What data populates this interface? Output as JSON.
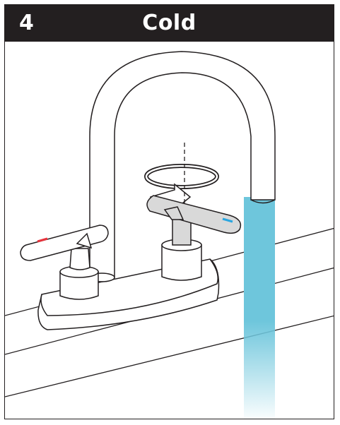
{
  "step": {
    "number": "4",
    "title": "Cold"
  },
  "illustration": {
    "subject": "faucet-cold-handle-rotation",
    "colors": {
      "outline": "#231f20",
      "water": "#6ec6dc",
      "hot_indicator": "#e8333c",
      "cold_indicator": "#2aa6e0",
      "handle_fill": "#d9d9d9"
    }
  }
}
